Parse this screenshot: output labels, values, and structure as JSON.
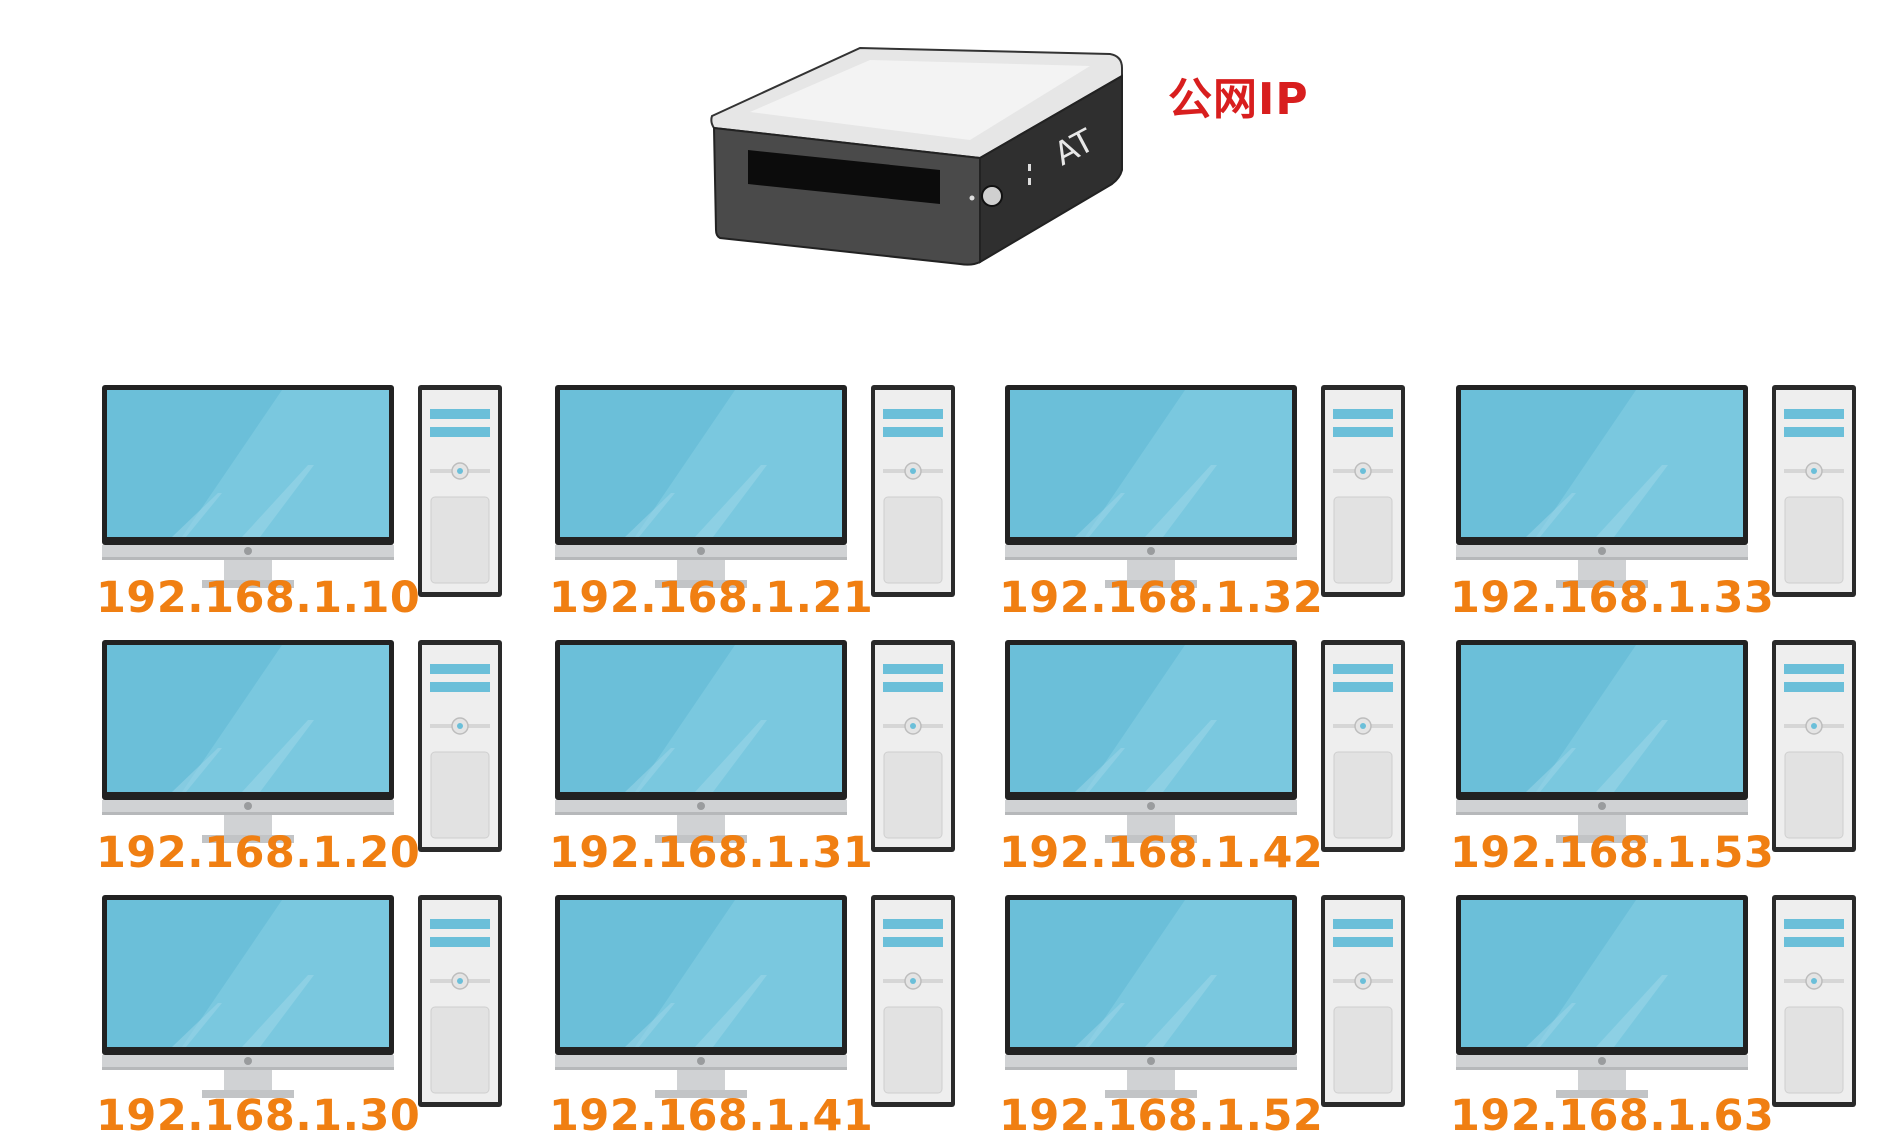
{
  "colors": {
    "ip_label": "#f07f12",
    "public_label": "#d81e1e",
    "screen": "#6bbfd9",
    "screen_highlight": "#86cfe4",
    "frame": "#222222",
    "stand": "#d0d2d4",
    "tower_body": "#eeeeee",
    "tower_slot": "#6bbfd9"
  },
  "router": {
    "icon": "router-box-icon",
    "brand_mark": "AT",
    "label": "公网IP"
  },
  "computers": [
    {
      "ip": "192.168.1.10"
    },
    {
      "ip": "192.168.1.21"
    },
    {
      "ip": "192.168.1.32"
    },
    {
      "ip": "192.168.1.33"
    },
    {
      "ip": "192.168.1.20"
    },
    {
      "ip": "192.168.1.31"
    },
    {
      "ip": "192.168.1.42"
    },
    {
      "ip": "192.168.1.53"
    },
    {
      "ip": "192.168.1.30"
    },
    {
      "ip": "192.168.1.41"
    },
    {
      "ip": "192.168.1.52"
    },
    {
      "ip": "192.168.1.63"
    }
  ]
}
